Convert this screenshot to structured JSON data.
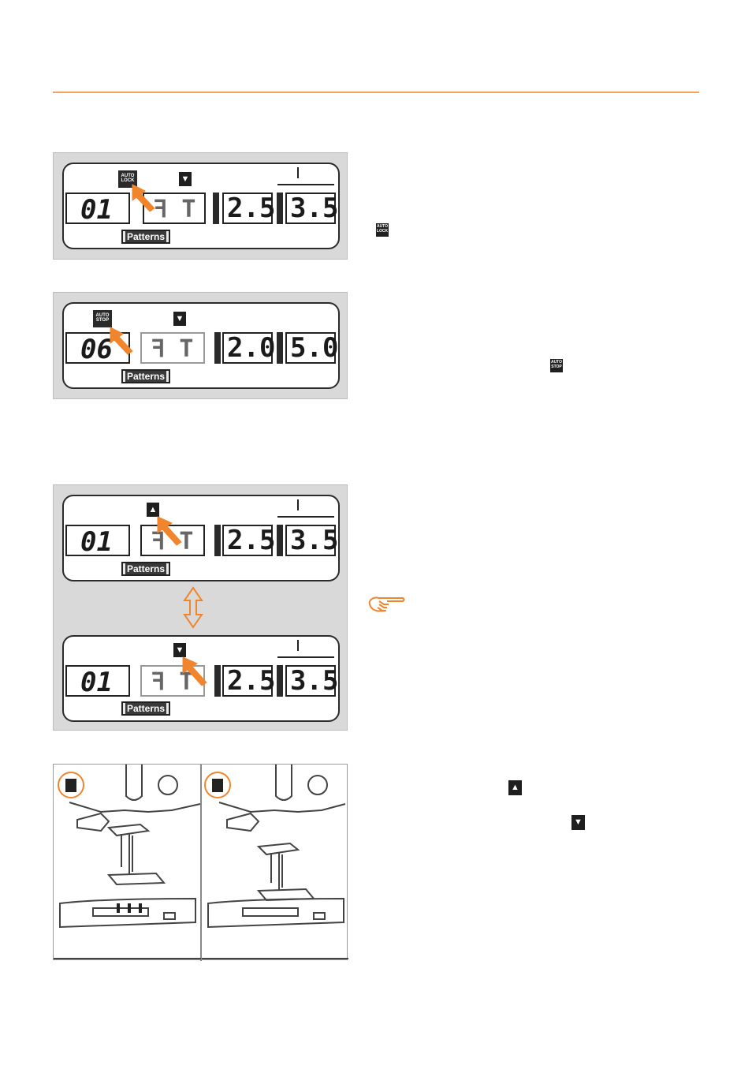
{
  "colors": {
    "accent": "#f0852d",
    "lcd_border": "#2b2b2b",
    "panel_bg": "#d9d9d9",
    "rule": "#f2a45c"
  },
  "panel1": {
    "badge": "AUTO LOCK",
    "pattern_number": "01",
    "length": "2.5",
    "width": "3.5",
    "patterns_label": "Patterns"
  },
  "panel2": {
    "badge": "AUTO STOP",
    "pattern_number": "06",
    "length": "2.0",
    "width": "5.0",
    "patterns_label": "Patterns"
  },
  "panel3": {
    "top": {
      "pattern_number": "01",
      "length": "2.5",
      "width": "3.5",
      "patterns_label": "Patterns"
    },
    "bottom": {
      "pattern_number": "01",
      "length": "2.5",
      "width": "3.5",
      "patterns_label": "Patterns"
    }
  },
  "icons": {
    "auto_lock_inline": "AUTO LOCK",
    "auto_stop_inline": "AUTO STOP",
    "needle_up": "needle-up-icon",
    "needle_down": "needle-down-icon",
    "hand_pointer": "hand-pointer-icon"
  }
}
